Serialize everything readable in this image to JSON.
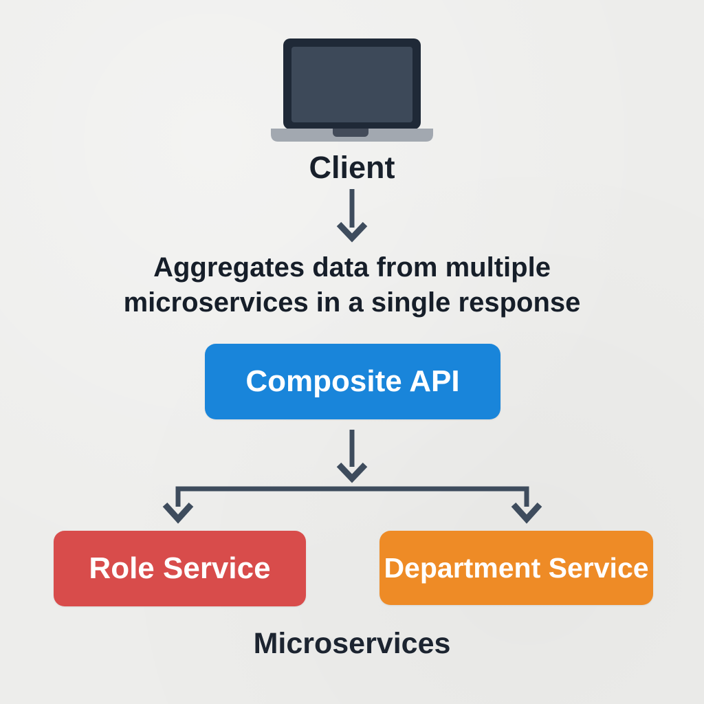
{
  "diagram": {
    "title_context": "Composite API pattern",
    "background_color": "#ededeb",
    "text_color": "#18202b",
    "arrow_color": "#3e4c5d",
    "client": {
      "icon": "laptop-icon",
      "label": "Client",
      "icon_colors": {
        "screen_frame": "#1f2937",
        "screen": "#3d4959",
        "base": "#a2a8b0",
        "notch": "#434b59"
      }
    },
    "description": {
      "line1": "Aggregates data from multiple",
      "line2": "microservices in a single response"
    },
    "composite_api": {
      "label": "Composite API",
      "color": "#1985da",
      "text_color": "#ffffff"
    },
    "services": [
      {
        "label": "Role Service",
        "color": "#d84c4b",
        "text_color": "#ffffff"
      },
      {
        "label": "Department Service",
        "color": "#ee8b26",
        "text_color": "#ffffff"
      }
    ],
    "group_label": "Microservices",
    "edges": [
      {
        "from": "client",
        "to": "composite_api",
        "type": "arrow-down"
      },
      {
        "from": "composite_api",
        "to": "services",
        "type": "arrow-down-branching"
      }
    ]
  }
}
